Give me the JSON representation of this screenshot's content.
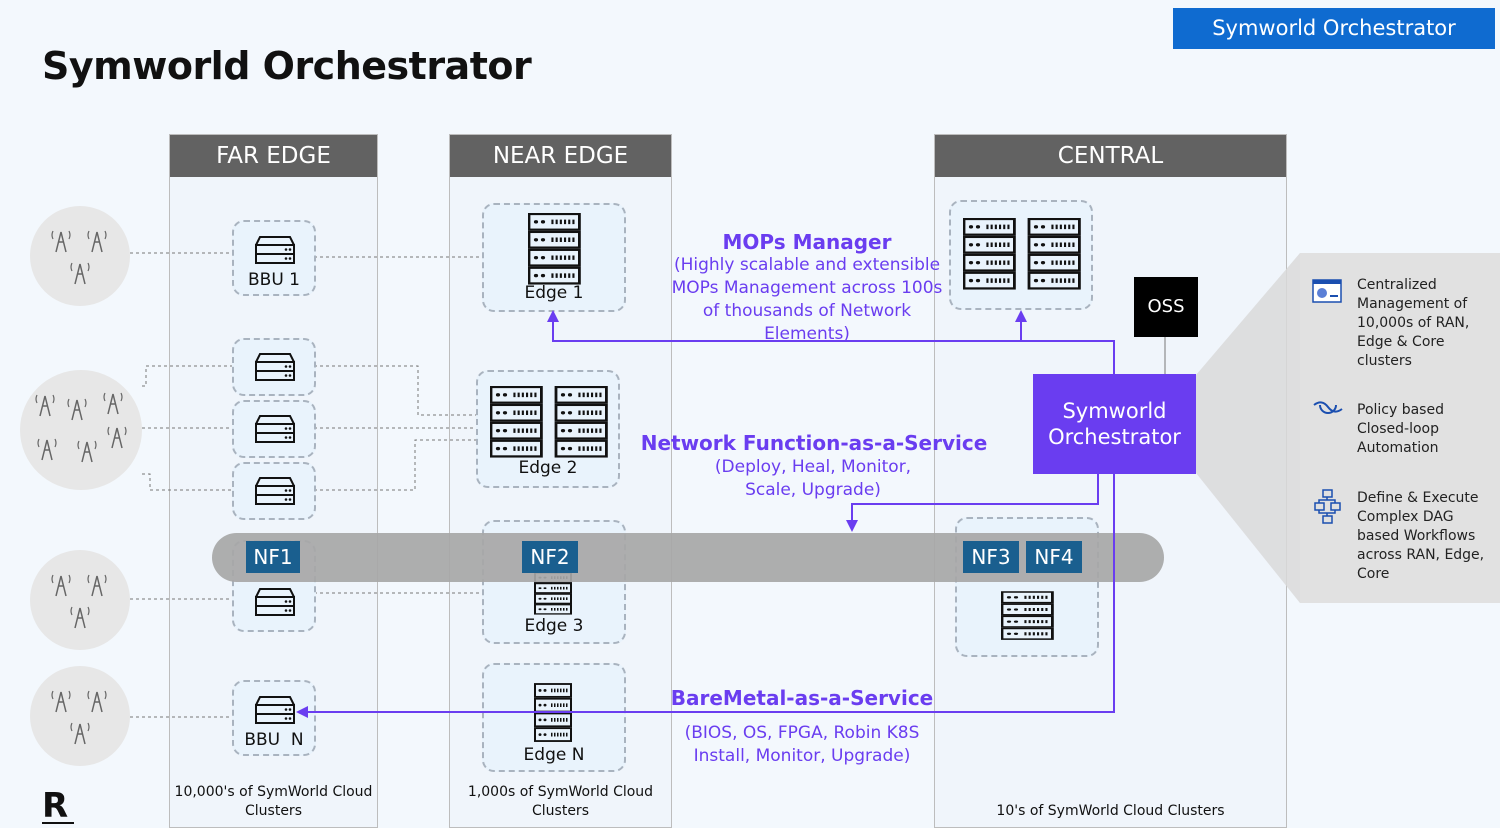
{
  "title": "Symworld Orchestrator",
  "badge": "Symworld Orchestrator",
  "columns": {
    "far_edge": {
      "header": "FAR EDGE",
      "footer": "10,000's of SymWorld Cloud Clusters"
    },
    "near_edge": {
      "header": "NEAR EDGE",
      "footer": "1,000s of SymWorld Cloud Clusters"
    },
    "central": {
      "header": "CENTRAL",
      "footer": "10's of SymWorld Cloud Clusters"
    }
  },
  "nodes": {
    "bbu1": "BBU 1",
    "bbun": "BBU  N",
    "edge1": "Edge 1",
    "edge2": "Edge 2",
    "edge3": "Edge 3",
    "edgen": "Edge N"
  },
  "nf": {
    "nf1": "NF1",
    "nf2": "NF2",
    "nf3": "NF3",
    "nf4": "NF4"
  },
  "oss": "OSS",
  "orchestrator": "Symworld Orchestrator",
  "mops": {
    "heading": "MOPs Manager",
    "description": "(Highly scalable and extensible MOPs Management across 100s of thousands of Network Elements)"
  },
  "nfaas": {
    "heading": "Network Function-as-a-Service",
    "description": "(Deploy, Heal, Monitor, Scale, Upgrade)"
  },
  "bmaas": {
    "heading": "BareMetal-as-a-Service",
    "description": "(BIOS, OS, FPGA, Robin K8S Install, Monitor, Upgrade)"
  },
  "features": [
    {
      "icon": "dashboard-icon",
      "text": "Centralized Management of 10,000s of RAN, Edge & Core clusters"
    },
    {
      "icon": "loop-icon",
      "text": "Policy based Closed-loop Automation"
    },
    {
      "icon": "workflow-icon",
      "text": "Define & Execute Complex DAG based Workflows across RAN, Edge, Core"
    }
  ],
  "logo": "R",
  "colors": {
    "accent": "#6a3df0",
    "badge": "#0f6bd0",
    "header": "#626262",
    "nf": "#1a5f8f"
  }
}
